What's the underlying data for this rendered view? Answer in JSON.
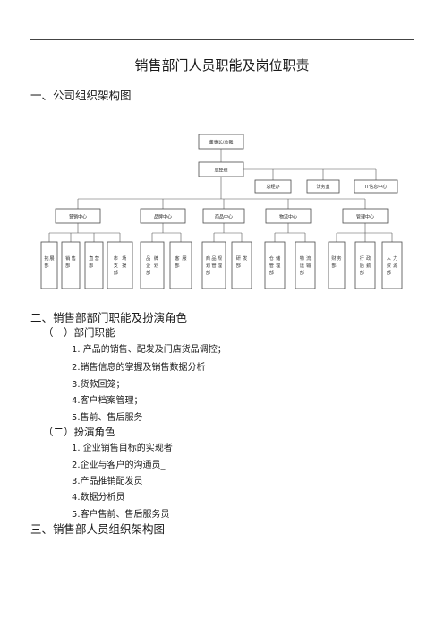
{
  "doc": {
    "title": "销售部门人员职能及岗位职责",
    "section1": "一、公司组织架构图",
    "section2": "二、销售部部门职能及扮演角色",
    "sub1": "（一）部门职能",
    "functions": [
      "1. 产品的销售、配发及门店货品调控；",
      "2.销售信息的掌握及销售数据分析",
      "3.货款回笼；",
      "4.客户档案管理；",
      "5.售前、售后服务"
    ],
    "sub2": "（二）扮演角色",
    "roles": [
      "1. 企业销售目标的实现者",
      "2.企业与客户的沟通员_",
      "3.产品推销配发员",
      "4.数据分析员",
      "5.客户售前、售后服务员"
    ],
    "section3": "三、销售部人员组织架构图"
  },
  "org": {
    "chairman": "董事长/总裁",
    "gm": "总经理",
    "offices": [
      "总经办",
      "法务室",
      "IT信息中心"
    ],
    "centers": [
      "营销中心",
      "品牌中心",
      "商品中心",
      "物流中心",
      "管理中心"
    ],
    "leaves": [
      [
        "拓",
        "展",
        "部"
      ],
      [
        "销",
        "售",
        "部"
      ],
      [
        "直",
        "营",
        "部"
      ],
      [
        "市",
        "场",
        "支",
        "援",
        "部"
      ],
      [
        "品",
        "牌",
        "企",
        "划",
        "部"
      ],
      [
        "客",
        "服",
        "部"
      ],
      [
        "商",
        "品",
        "规",
        "划",
        "管",
        "理",
        "部"
      ],
      [
        "研",
        "发",
        "部"
      ],
      [
        "仓",
        "储",
        "管",
        "理",
        "部"
      ],
      [
        "物",
        "流",
        "运",
        "输",
        "部"
      ],
      [
        "财",
        "务",
        "部"
      ],
      [
        "行",
        "政",
        "后",
        "勤",
        "部"
      ],
      [
        "人",
        "力",
        "资",
        "源",
        "部"
      ]
    ]
  }
}
